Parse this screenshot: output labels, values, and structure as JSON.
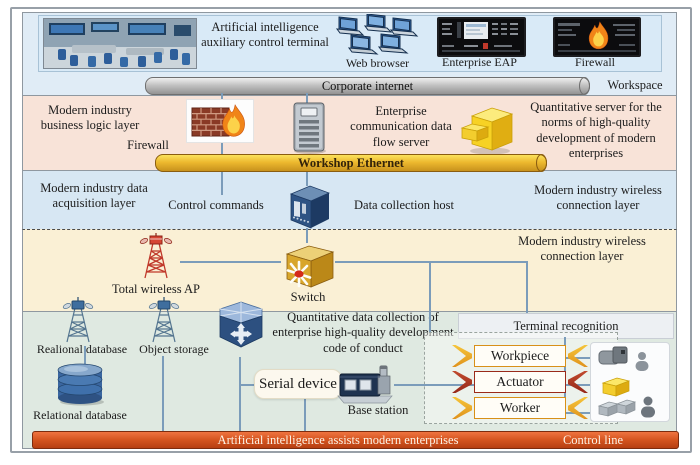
{
  "top": {
    "ai_terminal": "Artificial intelligence auxiliary control terminal",
    "web_browser": "Web browser",
    "enterprise_eap": "Enterprise EAP",
    "firewall": "Firewall",
    "corporate_internet": "Corporate internet",
    "workspace": "Workspace"
  },
  "business_layer": {
    "label": "Modern industry business logic layer",
    "firewall": "Firewall",
    "comm_server": "Enterprise communication data flow server",
    "quant_server": "Quantitative server for the norms of high-quality development of modern enterprises",
    "ethernet": "Workshop Ethernet"
  },
  "acquisition_layer": {
    "label": "Modern industry data acquisition layer",
    "control_commands": "Control commands",
    "host": "Data collection host",
    "wireless": "Modern industry wireless connection layer"
  },
  "wireless_layer": {
    "ap": "Total wireless AP",
    "switch": "Switch",
    "label": "Modern industry wireless connection layer"
  },
  "field_layer": {
    "tower_db": "Realional database",
    "object_storage": "Object storage",
    "relational_db": "Relational database",
    "quant_collection": "Quantitative data collection of enterprise high-quality development code of conduct",
    "serial_device": "Serial device",
    "base_station": "Base station",
    "terminal_recognition": "Terminal recognition",
    "ribbons": [
      {
        "label": "Workpiece"
      },
      {
        "label": "Actuator"
      },
      {
        "label": "Worker"
      }
    ]
  },
  "footer": {
    "main": "Artificial intelligence assists modern enterprises",
    "control": "Control line"
  },
  "colors": {
    "band_top": "#e0ecf6",
    "band_business": "#f8e3d8",
    "band_acquisition": "#d7e7f3",
    "band_wireless": "#faf0d5",
    "band_field": "#dfe9e1",
    "ethernet_bar": "#edb92f",
    "footer_bar": "#d4541f",
    "connector": "#7b9cba"
  }
}
